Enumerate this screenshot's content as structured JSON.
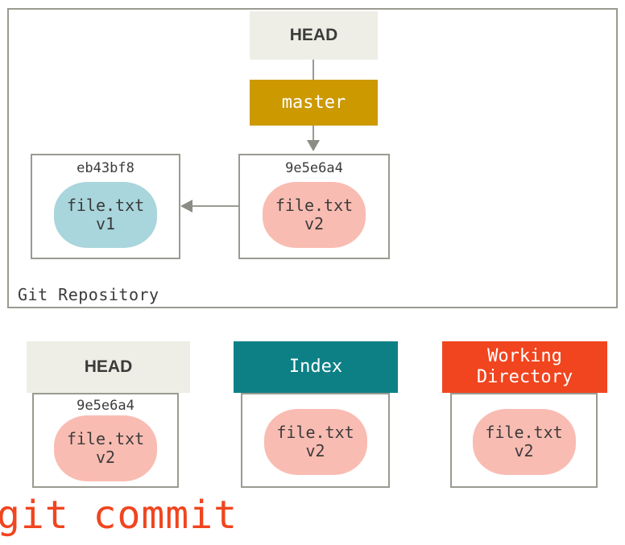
{
  "repository": {
    "label": "Git Repository",
    "head_pointer": "HEAD",
    "branch": "master",
    "commits": [
      {
        "hash": "eb43bf8",
        "file": "file.txt",
        "version": "v1",
        "blob_color": "#a9d5dc"
      },
      {
        "hash": "9e5e6a4",
        "file": "file.txt",
        "version": "v2",
        "blob_color": "#f9bcb2"
      }
    ]
  },
  "areas": [
    {
      "title": "HEAD",
      "hash": "9e5e6a4",
      "file": "file.txt",
      "version": "v2",
      "header_color": "#eeeee6",
      "text_color": "#3b3b3b"
    },
    {
      "title": "Index",
      "hash": "",
      "file": "file.txt",
      "version": "v2",
      "header_color": "#0d8086",
      "text_color": "#ffffff"
    },
    {
      "title": "Working\nDirectory",
      "title_line1": "Working",
      "title_line2": "Directory",
      "hash": "",
      "file": "file.txt",
      "version": "v2",
      "header_color": "#f0451f",
      "text_color": "#ffffff"
    }
  ],
  "command": "git commit",
  "colors": {
    "frame_border": "#9a9a91",
    "branch_gold": "#cc9900",
    "blob_blue": "#a9d5dc",
    "blob_pink": "#f9bcb2",
    "teal": "#0d8086",
    "orange_red": "#f0451f",
    "beige": "#eeeee6",
    "arrow": "#8c8c84"
  }
}
